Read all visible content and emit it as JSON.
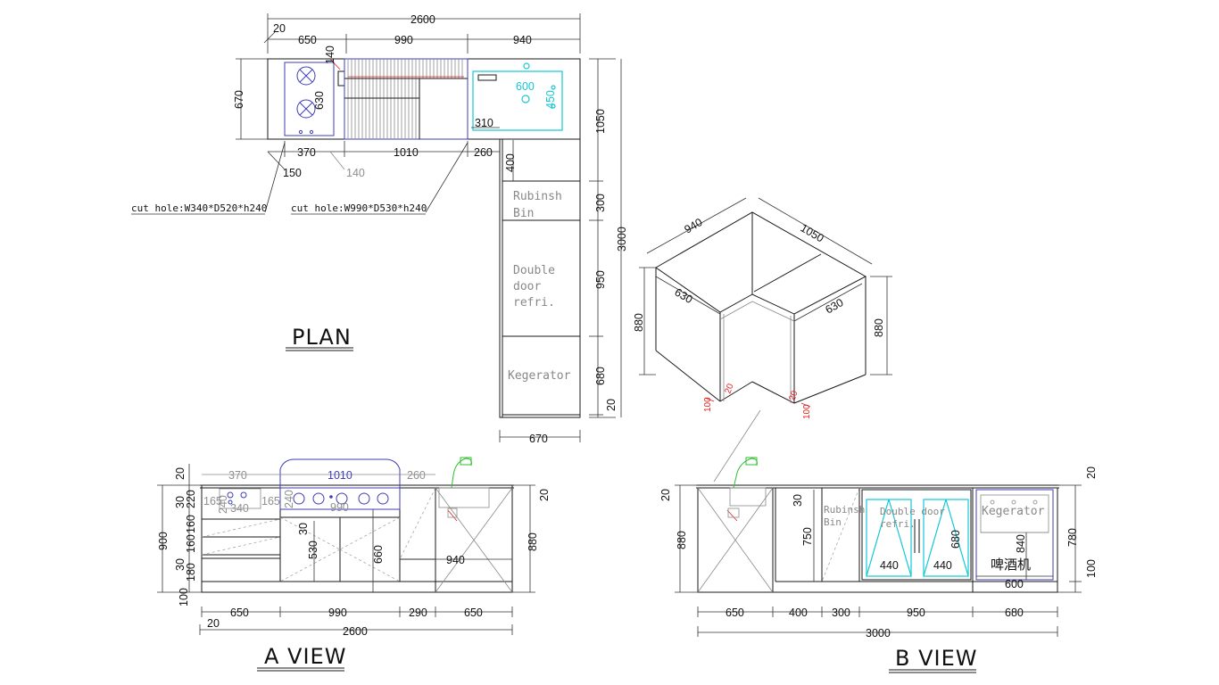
{
  "plan": {
    "title": "PLAN",
    "dims": {
      "total_width": "2600",
      "left_offset": "20",
      "seg_left": "650",
      "seg_mid": "990",
      "seg_right": "940",
      "depth": "670",
      "burner_depth": "630",
      "grill_gap": "140",
      "sink_w": "600",
      "sink_d": "450",
      "sink_offset": "310",
      "bottom_370": "370",
      "bottom_1010": "1010",
      "bottom_260": "260",
      "bottom_150": "150",
      "bottom_140": "140",
      "right_1050": "1050",
      "right_300": "300",
      "right_950": "950",
      "right_680": "680",
      "right_20": "20",
      "right_total": "3000",
      "col_400": "400",
      "col_width": "670"
    },
    "cut_hole_1": "cut hole:W340*D520*h240",
    "cut_hole_2": "cut hole:W990*D530*h240",
    "rubbish_1": "Rubinsh",
    "rubbish_2": "Bin",
    "fridge_1": "Double",
    "fridge_2": "door",
    "fridge_3": "refri.",
    "kegerator": "Kegerator"
  },
  "iso": {
    "w940": "940",
    "w1050": "1050",
    "d630_left": "630",
    "d630_right": "630",
    "h880_left": "880",
    "h880_right": "880",
    "r100a": "100",
    "r20a": "20",
    "r20b": "20",
    "r100b": "100"
  },
  "a_view": {
    "title": "A VIEW",
    "top_370": "370",
    "top_1010": "1010",
    "top_260": "260",
    "d20_top": "20",
    "d30": "30",
    "d220": "220",
    "d165a": "165",
    "d165b": "165",
    "d240a": "240",
    "d240b": "240",
    "d340": "340",
    "d990": "990",
    "d160a": "160",
    "d160b": "160",
    "d30b": "30",
    "d180": "180",
    "d900": "900",
    "d100": "100",
    "d30c": "30",
    "d530": "530",
    "d660": "660",
    "d940": "940",
    "d20r": "20",
    "d880": "880",
    "b650a": "650",
    "b990": "990",
    "b290": "290",
    "b650b": "650",
    "b20": "20",
    "b2600": "2600"
  },
  "b_view": {
    "title": "B VIEW",
    "d20l": "20",
    "d880": "880",
    "d30": "30",
    "d750": "750",
    "rubbish_1": "Rubinsh",
    "rubbish_2": "Bin",
    "fridge_1": "Double door",
    "fridge_2": "refri.",
    "d680": "680",
    "d440a": "440",
    "d440b": "440",
    "kegerator": "Kegerator",
    "d840": "840",
    "beer": "啤酒机",
    "d600": "600",
    "d20r": "20",
    "d780": "780",
    "d100": "100",
    "b650": "650",
    "b400": "400",
    "b300": "300",
    "b950": "950",
    "b680": "680",
    "b3000": "3000"
  },
  "colors": {
    "blue": "#3d3db8",
    "cyan": "#13c7d6",
    "red": "#e02020",
    "green": "#2fbf2f"
  }
}
